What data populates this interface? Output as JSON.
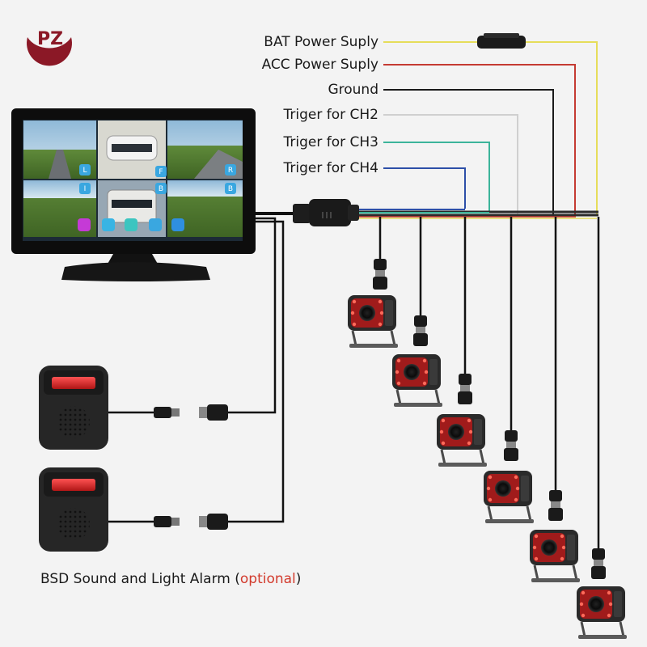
{
  "brand": {
    "logo_text": "PZ",
    "logo_color": "#8b1826"
  },
  "wiring": {
    "labels": [
      {
        "text": "BAT Power Suply",
        "color": "#e6dd5a"
      },
      {
        "text": "ACC Power Suply",
        "color": "#c43a32"
      },
      {
        "text": "Ground",
        "color": "#1a1a1a"
      },
      {
        "text": "Triger for CH2",
        "color": "#cfcfcf"
      },
      {
        "text": "Triger for CH3",
        "color": "#3cb49a"
      },
      {
        "text": "Triger for CH4",
        "color": "#2d4fa8"
      }
    ]
  },
  "monitor": {
    "screen_letters": [
      "L",
      "F",
      "R",
      "B",
      "I",
      "B"
    ]
  },
  "cameras": {
    "count": 6
  },
  "alarm": {
    "caption_main": "BSD Sound and Light Alarm",
    "caption_paren_open": " (",
    "caption_optional": "optional",
    "caption_paren_close": ")"
  }
}
